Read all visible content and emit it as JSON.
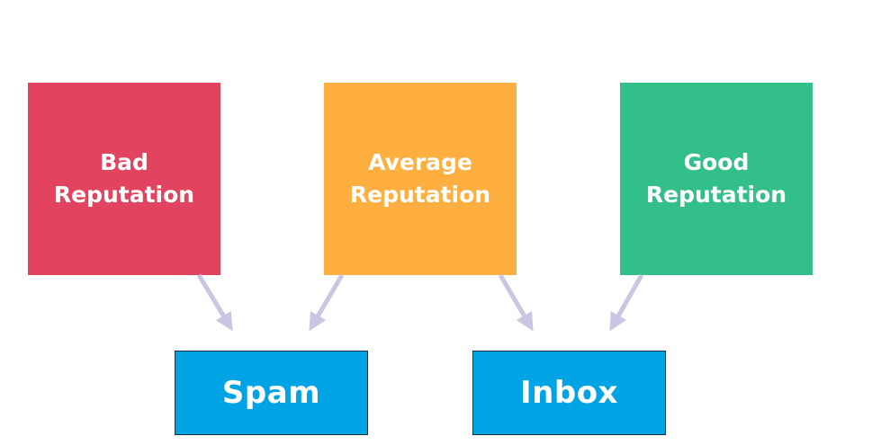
{
  "colors": {
    "bad": "#e2445f",
    "average": "#feaf3f",
    "good": "#33bf89",
    "destination": "#00a3e4",
    "arrow": "#c9c6e4"
  },
  "reputations": [
    {
      "line1": "Bad",
      "line2": "Reputation"
    },
    {
      "line1": "Average",
      "line2": "Reputation"
    },
    {
      "line1": "Good",
      "line2": "Reputation"
    }
  ],
  "destinations": [
    {
      "label": "Spam"
    },
    {
      "label": "Inbox"
    }
  ]
}
